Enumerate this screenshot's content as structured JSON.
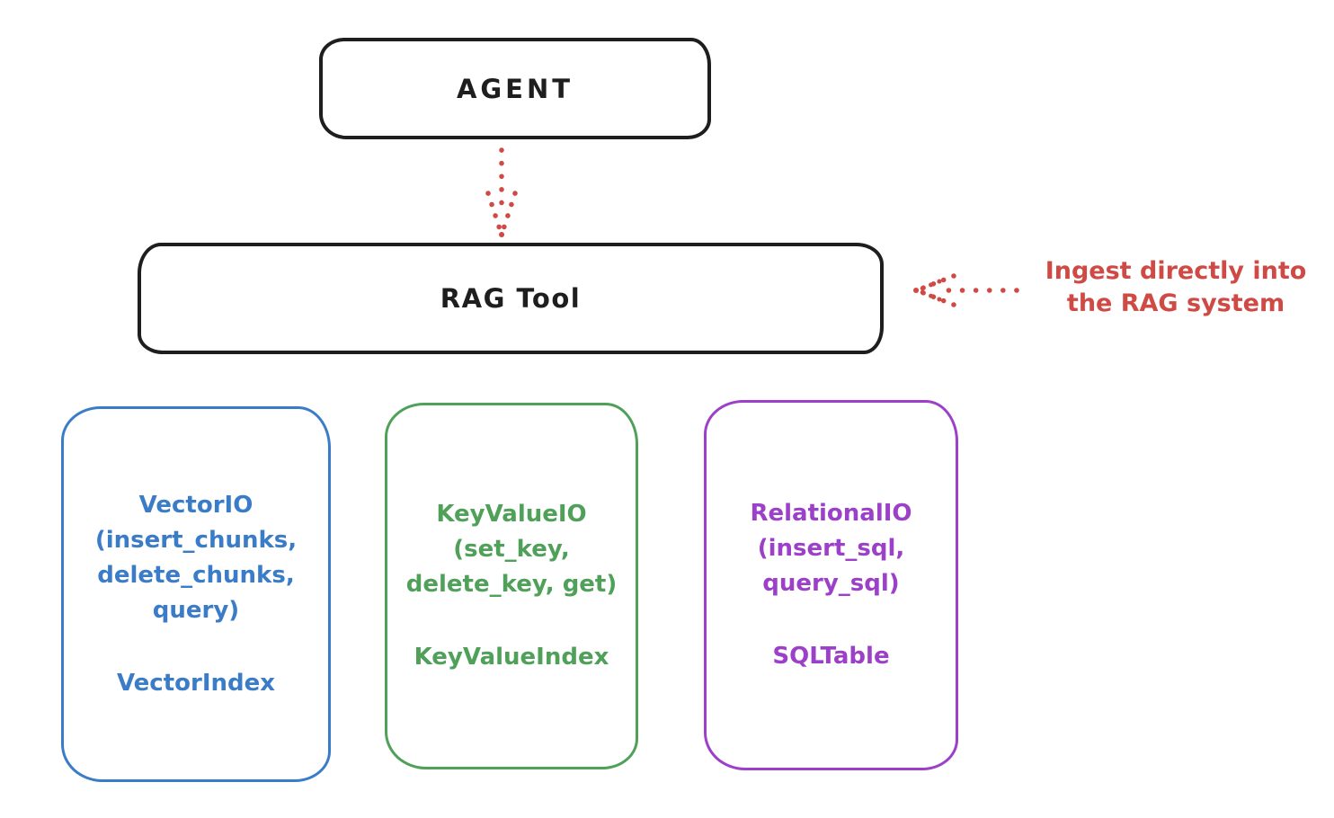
{
  "nodes": {
    "agent": {
      "label": "AGENT"
    },
    "rag_tool": {
      "label": "RAG Tool"
    }
  },
  "annotation": {
    "lines": [
      "Ingest directly into",
      "the RAG system"
    ],
    "color": "#d04a45"
  },
  "arrows": {
    "agent_to_rag": {
      "description": "dotted-down-arrow",
      "color": "#d04a45"
    },
    "ingest_to_rag": {
      "description": "dotted-left-arrow",
      "color": "#d04a45"
    }
  },
  "backends": [
    {
      "name": "vector-io",
      "color": "#3b7cc8",
      "lines": [
        "VectorIO",
        "(insert_chunks,",
        "delete_chunks,",
        "query)"
      ],
      "index": "VectorIndex"
    },
    {
      "name": "key-value-io",
      "color": "#4fa058",
      "lines": [
        "KeyValueIO",
        "(set_key,",
        "delete_key, get)"
      ],
      "index": "KeyValueIndex"
    },
    {
      "name": "relational-io",
      "color": "#9c40c9",
      "lines": [
        "RelationalIO",
        "(insert_sql,",
        "query_sql)"
      ],
      "index": "SQLTable"
    }
  ],
  "colors": {
    "outline": "#1e1e1e",
    "background": "#ffffff",
    "accent_red": "#d04a45"
  }
}
